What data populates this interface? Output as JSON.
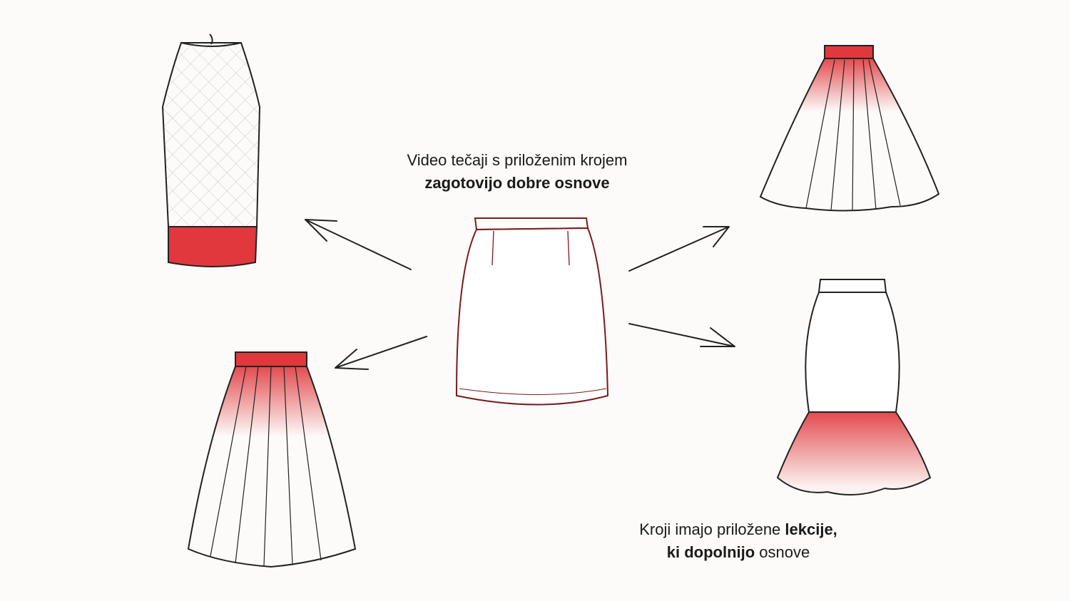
{
  "caption_top": {
    "line1": "Video tečaji s priloženim krojem",
    "line2_bold": "zagotovijo dobre osnove"
  },
  "caption_bottom": {
    "line1_regular": "Kroji imajo priložene ",
    "line1_bold": "lekcije,",
    "line2_bold": "ki dopolnijo",
    "line2_regular": " osnove"
  },
  "colors": {
    "accent": "#e0383c",
    "background": "#fcfbf9",
    "ink": "#1a1a1a"
  }
}
